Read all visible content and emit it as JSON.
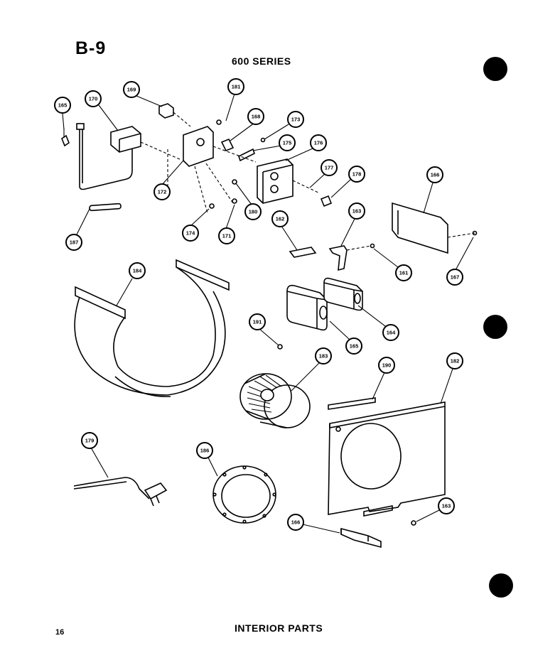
{
  "header": {
    "section_code": "B-9",
    "series_title": "600 SERIES"
  },
  "footer": {
    "page_number": "16",
    "title": "INTERIOR PARTS"
  },
  "callouts": [
    {
      "id": "c-165a",
      "label": "165"
    },
    {
      "id": "c-170a",
      "label": "170"
    },
    {
      "id": "c-169",
      "label": "169"
    },
    {
      "id": "c-181",
      "label": "181"
    },
    {
      "id": "c-168",
      "label": "168"
    },
    {
      "id": "c-173",
      "label": "173"
    },
    {
      "id": "c-175",
      "label": "175"
    },
    {
      "id": "c-176",
      "label": "176"
    },
    {
      "id": "c-172",
      "label": "172"
    },
    {
      "id": "c-177",
      "label": "177"
    },
    {
      "id": "c-178",
      "label": "178"
    },
    {
      "id": "c-166a",
      "label": "166"
    },
    {
      "id": "c-180",
      "label": "180"
    },
    {
      "id": "c-187",
      "label": "187"
    },
    {
      "id": "c-174",
      "label": "174"
    },
    {
      "id": "c-171",
      "label": "171"
    },
    {
      "id": "c-162",
      "label": "162"
    },
    {
      "id": "c-163a",
      "label": "163"
    },
    {
      "id": "c-161",
      "label": "161"
    },
    {
      "id": "c-167",
      "label": "167"
    },
    {
      "id": "c-184",
      "label": "184"
    },
    {
      "id": "c-191",
      "label": "191"
    },
    {
      "id": "c-165b",
      "label": "165"
    },
    {
      "id": "c-164",
      "label": "164"
    },
    {
      "id": "c-183",
      "label": "183"
    },
    {
      "id": "c-190",
      "label": "190"
    },
    {
      "id": "c-182",
      "label": "182"
    },
    {
      "id": "c-179",
      "label": "179"
    },
    {
      "id": "c-186",
      "label": "186"
    },
    {
      "id": "c-163b",
      "label": "163"
    },
    {
      "id": "c-166b",
      "label": "166"
    }
  ],
  "colors": {
    "ink": "#000000",
    "paper": "#ffffff"
  }
}
